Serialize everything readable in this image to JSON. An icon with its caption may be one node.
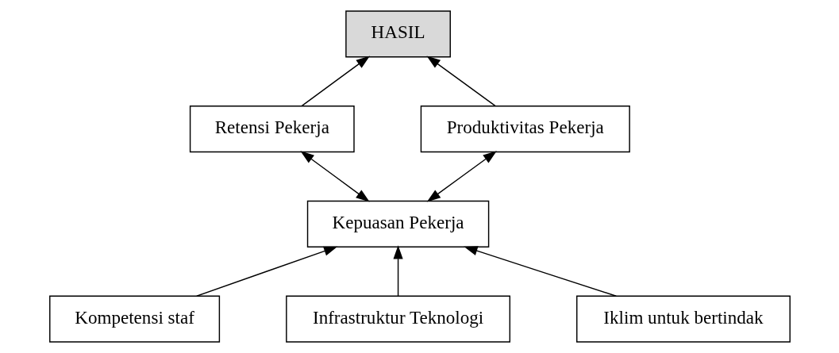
{
  "diagram": {
    "nodes": [
      {
        "text": [
          "HASIL"
        ]
      },
      {
        "text": [
          "Retensi Pekerja"
        ]
      },
      {
        "text": [
          "Produktivitas Pekerja"
        ]
      },
      {
        "text": [
          "Kepuasan Pekerja"
        ]
      },
      {
        "text": [
          "Kompetensi staf"
        ]
      },
      {
        "text": [
          "Infrastruktur Teknologi"
        ]
      },
      {
        "text": [
          "Iklim untuk bertindak"
        ]
      }
    ],
    "edges": [
      {
        "from": 1,
        "to": 0,
        "arrow": "to"
      },
      {
        "from": 2,
        "to": 0,
        "arrow": "to"
      },
      {
        "from": 3,
        "to": 1,
        "arrow": "both"
      },
      {
        "from": 3,
        "to": 2,
        "arrow": "both"
      },
      {
        "from": 4,
        "to": 3,
        "arrow": "to"
      },
      {
        "from": 5,
        "to": 3,
        "arrow": "to"
      },
      {
        "from": 6,
        "to": 3,
        "arrow": "to"
      }
    ]
  }
}
